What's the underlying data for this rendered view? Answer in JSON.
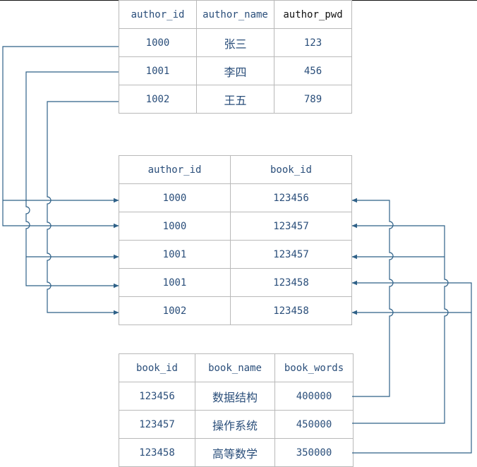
{
  "authors": {
    "headers": [
      "author_id",
      "author_name",
      "author_pwd"
    ],
    "rows": [
      [
        "1000",
        "张三",
        "123"
      ],
      [
        "1001",
        "李四",
        "456"
      ],
      [
        "1002",
        "王五",
        "789"
      ]
    ]
  },
  "author_book": {
    "headers": [
      "author_id",
      "book_id"
    ],
    "rows": [
      [
        "1000",
        "123456"
      ],
      [
        "1000",
        "123457"
      ],
      [
        "1001",
        "123457"
      ],
      [
        "1001",
        "123458"
      ],
      [
        "1002",
        "123458"
      ]
    ]
  },
  "books": {
    "headers": [
      "book_id",
      "book_name",
      "book_words"
    ],
    "rows": [
      [
        "123456",
        "数据结构",
        "400000"
      ],
      [
        "123457",
        "操作系统",
        "450000"
      ],
      [
        "123458",
        "高等数学",
        "350000"
      ]
    ]
  },
  "colors": {
    "text": "#2a4e7a",
    "line": "#2f6188",
    "border": "#b9b9b9"
  }
}
